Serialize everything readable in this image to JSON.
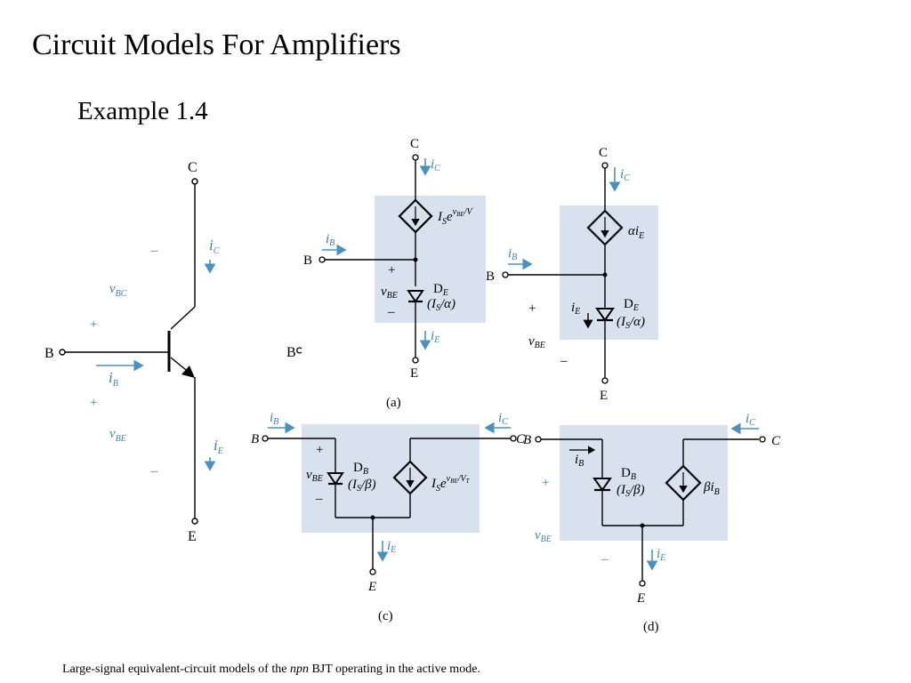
{
  "slide": {
    "title": "Circuit Models For Amplifiers",
    "subtitle": "Example 1.4"
  },
  "caption": {
    "prefix": "Large-signal equivalent-circuit models of the ",
    "emph": "npn",
    "suffix": " BJT operating in the active mode."
  },
  "transistor": {
    "collector": "C",
    "base": "B",
    "emitter": "E",
    "v_bc": "v",
    "v_bc_sub": "BC",
    "v_be": "v",
    "v_be_sub": "BE",
    "i_c": "i",
    "i_c_sub": "C",
    "i_b": "i",
    "i_b_sub": "B",
    "i_e": "i",
    "i_e_sub": "E",
    "plus": "+",
    "minus": "–",
    "partial_b": "B"
  },
  "panel_a": {
    "label": "(a)",
    "collector": "C",
    "base": "B",
    "emitter": "E",
    "source": "I",
    "source_sub": "S",
    "source_exp": "v",
    "source_exp_sub": "BE",
    "source_exp_tail": "/V",
    "diode": "D",
    "diode_sub": "E",
    "diode_param": "(I",
    "diode_param_sub": "S",
    "diode_param_tail": "/α)",
    "v_be": "v",
    "v_be_sub": "BE",
    "i_c": "i",
    "i_c_sub": "C",
    "i_b": "i",
    "i_b_sub": "B",
    "i_e": "i",
    "i_e_sub": "E",
    "plus": "+",
    "minus": "–"
  },
  "panel_b": {
    "collector": "C",
    "base": "B",
    "emitter": "E",
    "source": "αi",
    "source_sub": "E",
    "diode": "D",
    "diode_sub": "E",
    "diode_param": "(I",
    "diode_param_sub": "S",
    "diode_param_tail": "/α)",
    "i_c": "i",
    "i_c_sub": "C",
    "i_b": "i",
    "i_b_sub": "B",
    "i_e": "i",
    "i_e_sub": "E",
    "v_be": "v",
    "v_be_sub": "BE",
    "plus": "+",
    "minus": "–"
  },
  "panel_c": {
    "label": "(c)",
    "base": "B",
    "collector": "C",
    "emitter": "E",
    "diode": "D",
    "diode_sub": "B",
    "diode_param": "(I",
    "diode_param_sub": "S",
    "diode_param_tail": "/β)",
    "source": "I",
    "source_sub": "S",
    "source_exp": "v",
    "source_exp_sub": "BE",
    "source_exp_tail": "/V",
    "source_exp_tail_sub": "T",
    "v_be": "v",
    "v_be_sub": "BE",
    "i_b": "i",
    "i_b_sub": "B",
    "i_c": "i",
    "i_c_sub": "C",
    "i_e": "i",
    "i_e_sub": "E",
    "plus": "+",
    "minus": "–"
  },
  "panel_d": {
    "label": "(d)",
    "base": "B",
    "collector": "C",
    "emitter": "E",
    "diode": "D",
    "diode_sub": "B",
    "diode_param": "(I",
    "diode_param_sub": "S",
    "diode_param_tail": "/β)",
    "source": "βi",
    "source_sub": "B",
    "i_b": "i",
    "i_b_sub": "B",
    "i_c": "i",
    "i_c_sub": "C",
    "i_e": "i",
    "i_e_sub": "E",
    "v_be": "v",
    "v_be_sub": "BE",
    "plus": "+",
    "minus": "–"
  },
  "colors": {
    "box_fill": "#d8e2ee",
    "current_arrow": "#4a90c0",
    "current_label": "#3d7fb3"
  }
}
